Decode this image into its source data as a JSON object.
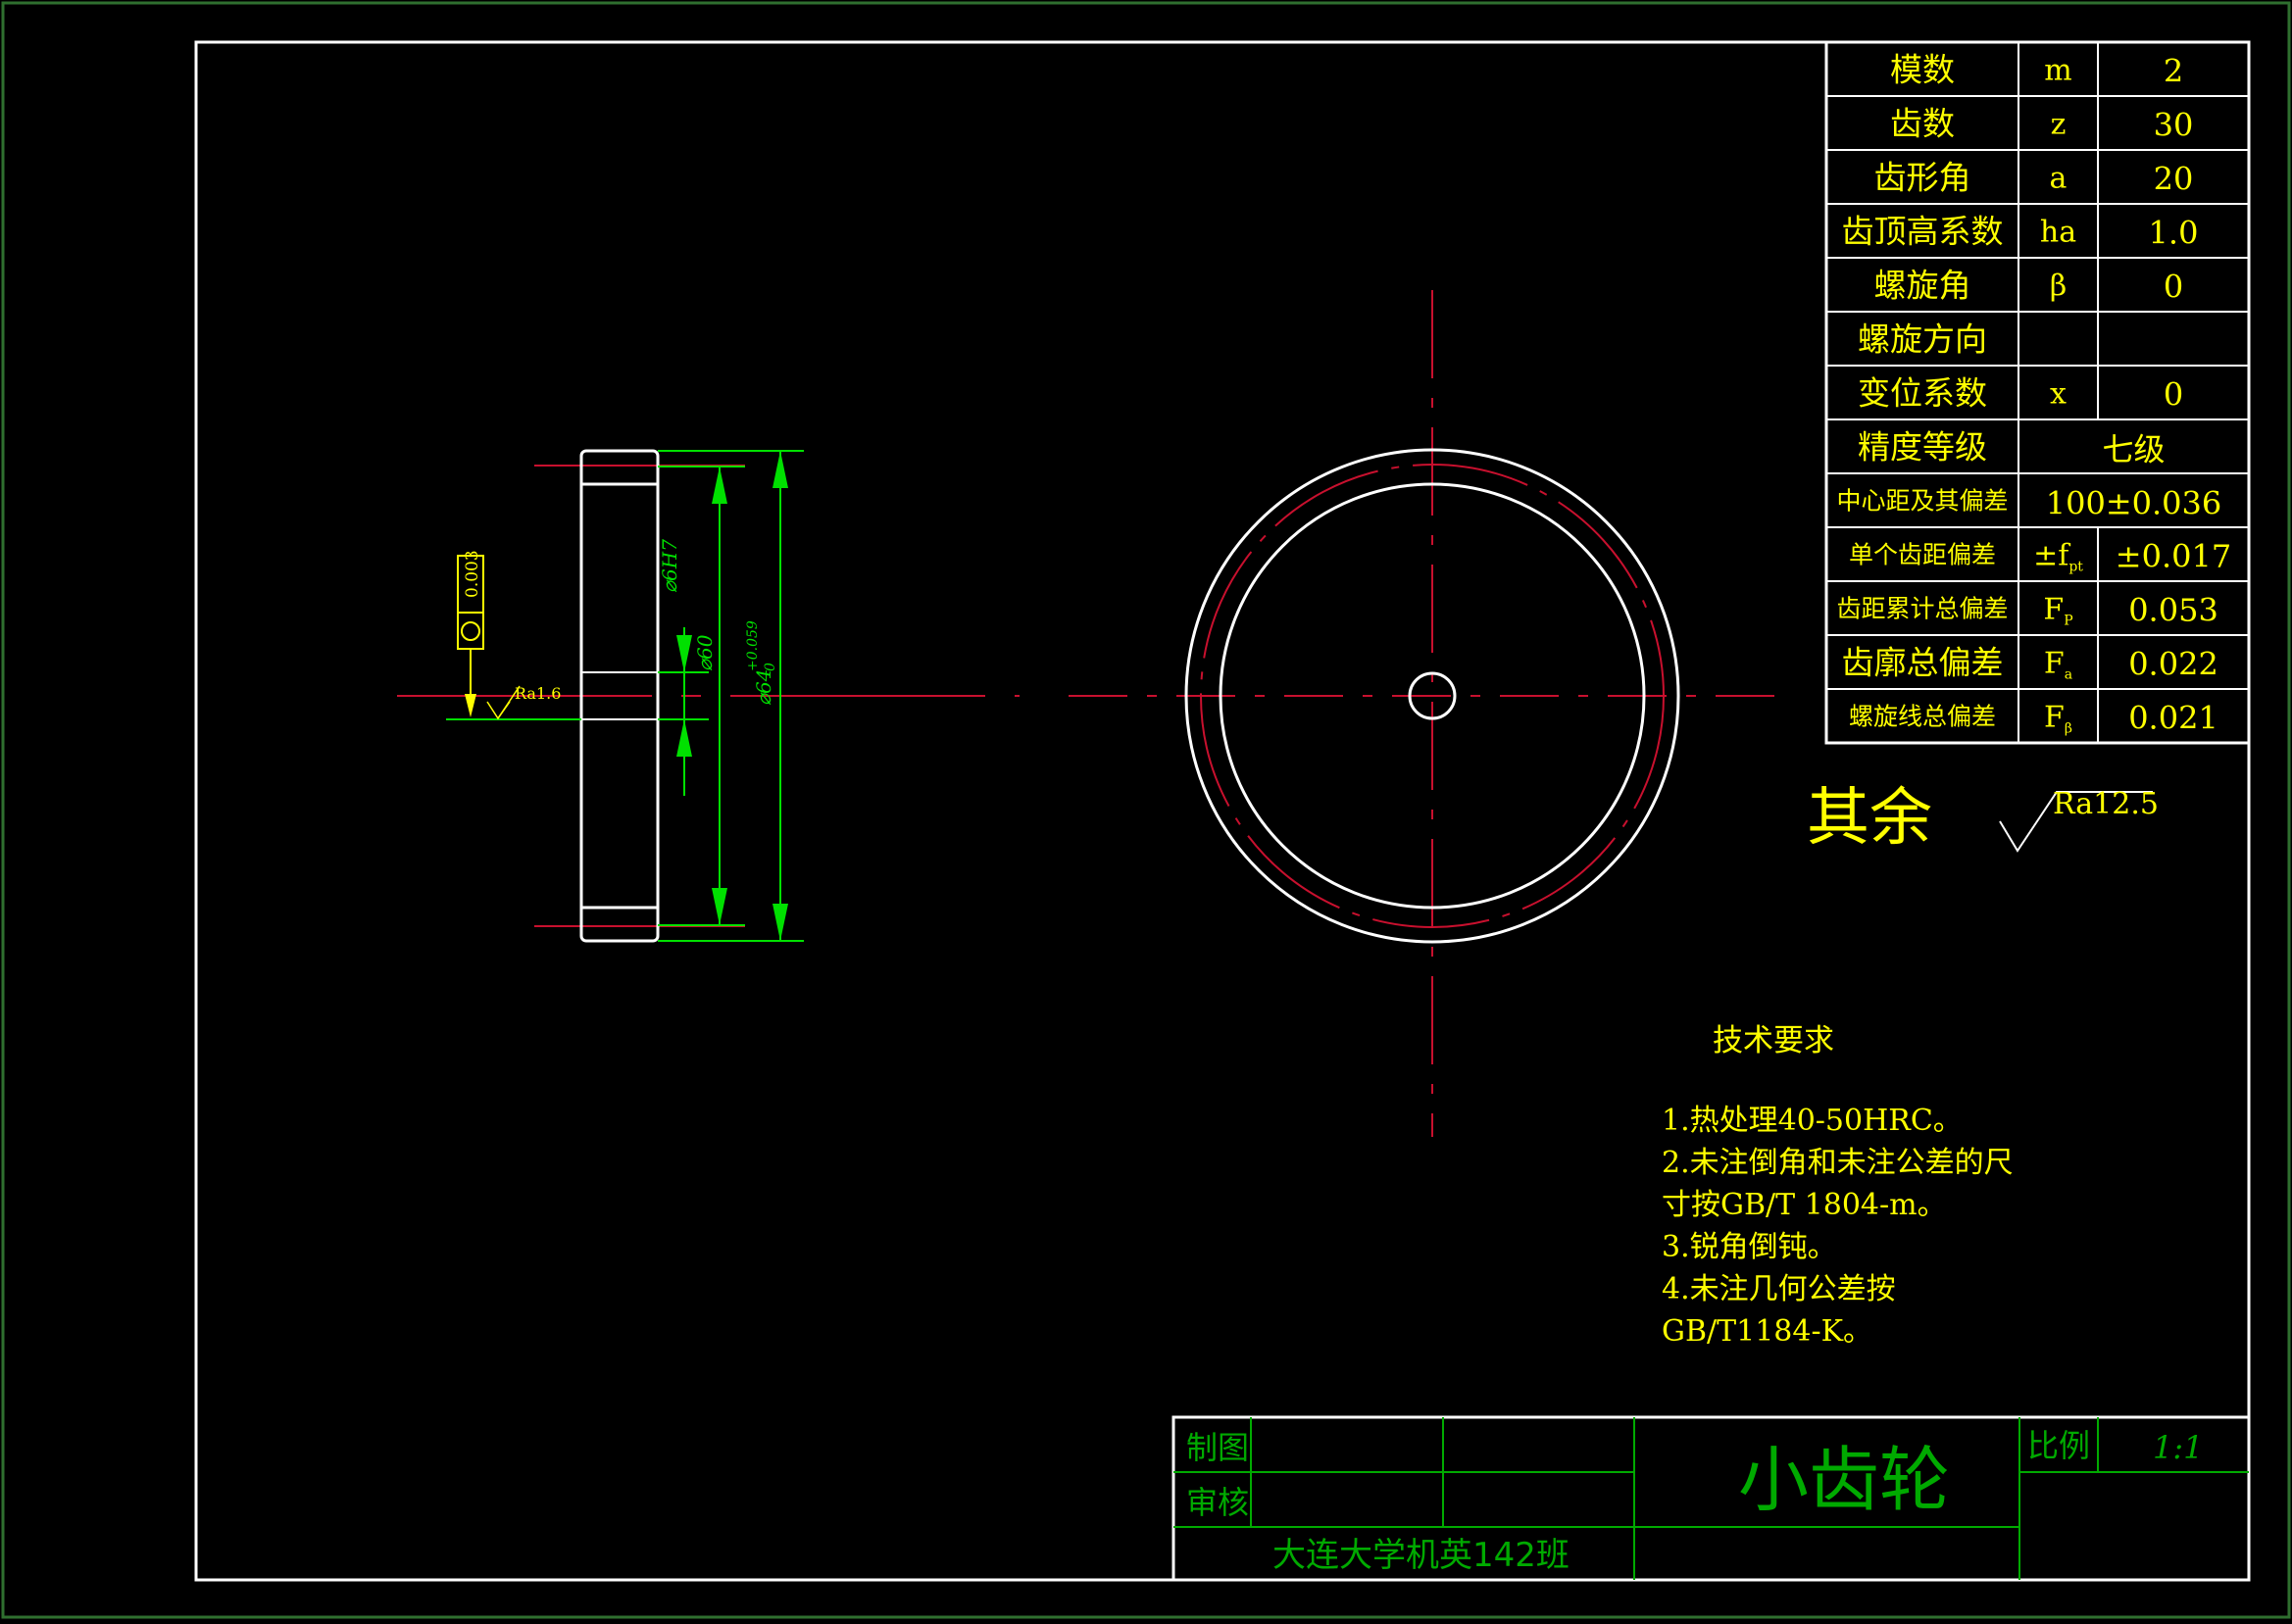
{
  "colors": {
    "background": "#000000",
    "outline": "#ffffff",
    "centerline": "#c8102e",
    "dimension": "#00e000",
    "text": "#ffff00",
    "table_line": "#ffffff",
    "title_block": "#00aa00"
  },
  "side_view": {
    "dim_bore": "⌀6H7",
    "dim_hub": "⌀60",
    "dim_outer": "⌀64",
    "dim_outer_tolerance": "+0.059",
    "dim_outer_tolerance_lower": "0",
    "tolerance_value": "0.003",
    "roughness_local": "Ra1.6"
  },
  "gear_table": [
    {
      "label": "模数",
      "symbol": "m",
      "value": "2"
    },
    {
      "label": "齿数",
      "symbol": "z",
      "value": "30"
    },
    {
      "label": "齿形角",
      "symbol": "a",
      "value": "20"
    },
    {
      "label": "齿顶高系数",
      "symbol": "ha",
      "value": "1.0"
    },
    {
      "label": "螺旋角",
      "symbol": "β",
      "value": "0"
    },
    {
      "label": "螺旋方向",
      "symbol": "",
      "value": ""
    },
    {
      "label": "变位系数",
      "symbol": "x",
      "value": "0"
    },
    {
      "label": "精度等级",
      "merged": "七级"
    },
    {
      "label": "中心距及其偏差",
      "merged": "100±0.036"
    },
    {
      "label": "单个齿距偏差",
      "symbol": "±f",
      "sub": "pt",
      "value": "±0.017"
    },
    {
      "label": "齿距累计总偏差",
      "symbol": "F",
      "sub": "P",
      "value": "0.053"
    },
    {
      "label": "齿廓总偏差",
      "symbol": "F",
      "sub": "a",
      "value": "0.022"
    },
    {
      "label": "螺旋线总偏差",
      "symbol": "F",
      "sub": "β",
      "value": "0.021"
    }
  ],
  "roughness": {
    "prefix": "其余",
    "value": "Ra12.5"
  },
  "tech_requirements": {
    "title": "技术要求",
    "lines": [
      "1.热处理40-50HRC。",
      "2.未注倒角和未注公差的尺",
      "寸按GB/T 1804-m。",
      "3.锐角倒钝。",
      "4.未注几何公差按",
      "GB/T1184-K。"
    ]
  },
  "title_block": {
    "drawn_label": "制图",
    "checked_label": "审核",
    "part_name": "小齿轮",
    "scale_label": "比例",
    "scale_value": "1:1",
    "organization": "大连大学机英142班"
  }
}
